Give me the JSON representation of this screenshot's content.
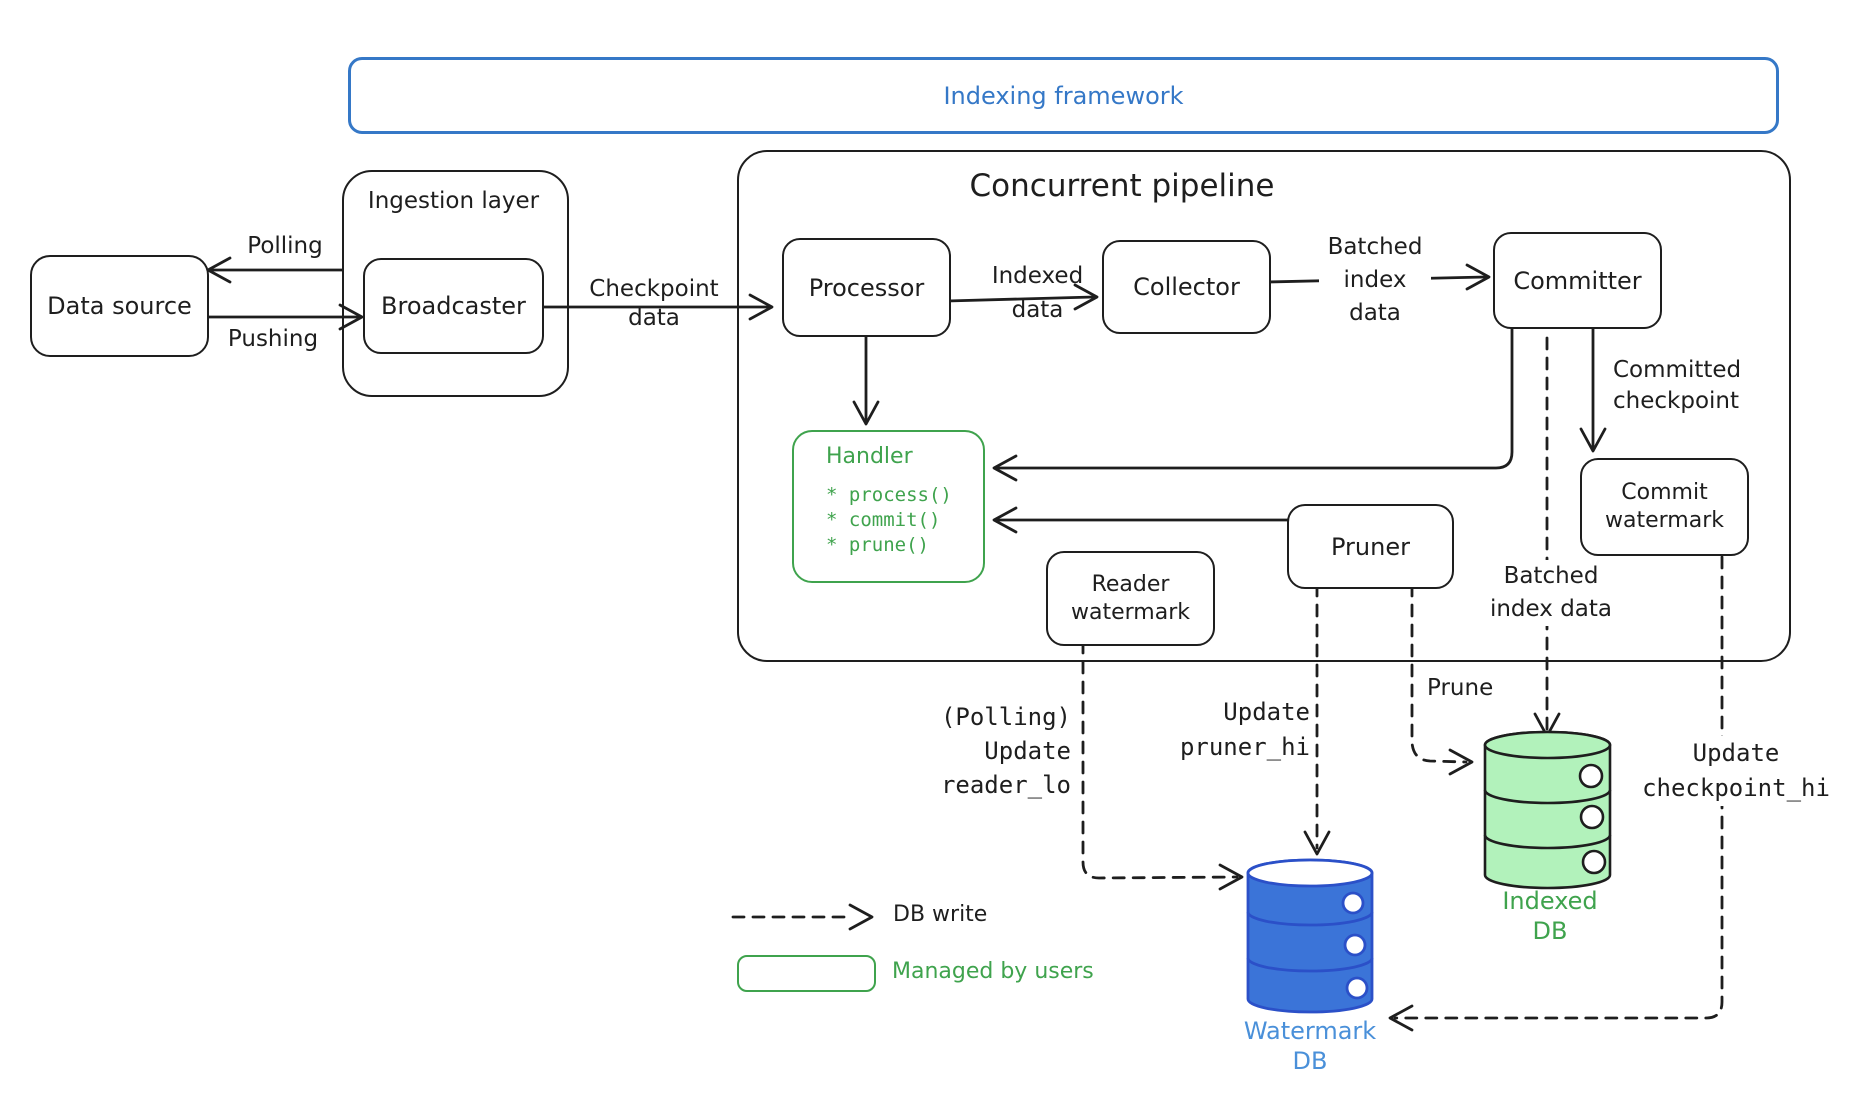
{
  "banner": {
    "title": "Indexing framework"
  },
  "data_source": {
    "label": "Data source"
  },
  "ingestion": {
    "title": "Ingestion layer",
    "broadcaster": "Broadcaster"
  },
  "pipeline": {
    "title": "Concurrent pipeline",
    "processor": "Processor",
    "collector": "Collector",
    "committer": "Committer",
    "pruner": "Pruner",
    "handler": {
      "title": "Handler",
      "methods": [
        "* process()",
        "* commit()",
        "* prune()"
      ]
    },
    "reader_watermark": {
      "line1": "Reader",
      "line2": "watermark"
    },
    "commit_watermark": {
      "line1": "Commit",
      "line2": "watermark"
    }
  },
  "edges": {
    "polling": "Polling",
    "pushing": "Pushing",
    "checkpoint_data": {
      "line1": "Checkpoint",
      "line2": "data"
    },
    "indexed_data": {
      "line1": "Indexed",
      "line2": "data"
    },
    "batched_index_data": {
      "line1": "Batched",
      "line2": "index",
      "line3": "data"
    },
    "committed_checkpoint": {
      "line1": "Committed",
      "line2": "checkpoint"
    },
    "batched_index_data_db": {
      "line1": "Batched",
      "line2": "index data"
    },
    "prune": "Prune",
    "update_reader_lo": {
      "line1": "(Polling)",
      "line2": "Update",
      "line3": "reader_lo"
    },
    "update_pruner_hi": {
      "line1": "Update",
      "line2": "pruner_hi"
    },
    "update_checkpoint_hi": {
      "line1": "Update",
      "line2": "checkpoint_hi"
    }
  },
  "databases": {
    "watermark": {
      "line1": "Watermark",
      "line2": "DB"
    },
    "indexed": {
      "line1": "Indexed",
      "line2": "DB"
    }
  },
  "legend": {
    "db_write": "DB write",
    "managed_by_users": "Managed by users"
  },
  "colors": {
    "ink": "#1e1e1e",
    "accent_blue": "#3578c7",
    "green": "#3fa34d",
    "db_blue_fill": "#3b74d8",
    "db_blue_stroke": "#2b50c8",
    "db_blue_label": "#4a90d9",
    "db_green_fill": "#b2f2bb"
  }
}
